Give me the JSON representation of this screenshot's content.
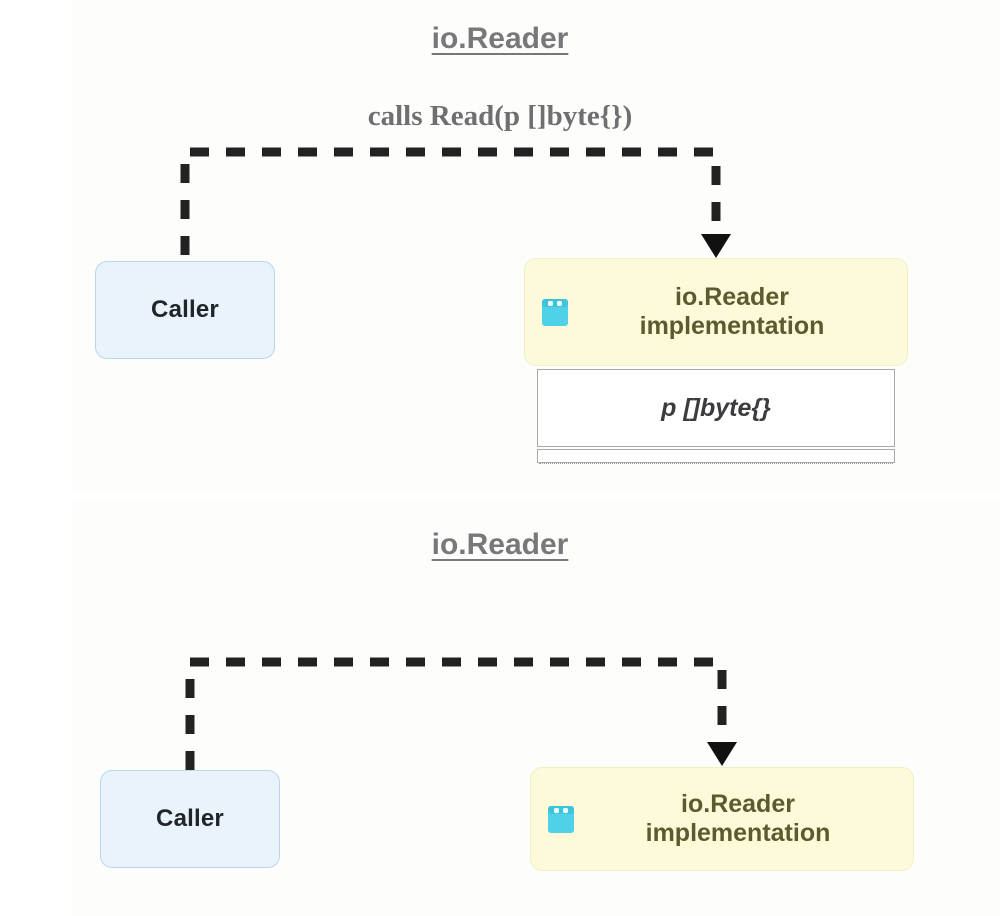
{
  "page": {
    "background_color": "#ffffff",
    "plate_color": "#fdfefb"
  },
  "sections": [
    {
      "id": "section-with-buffer",
      "title": "io.Reader",
      "edge_label": "calls Read(p []byte{})",
      "nodes": {
        "caller": {
          "label": "Caller",
          "fill": "#e9f3fb",
          "border": "#b9d6ea"
        },
        "implementation": {
          "label_line1": "io.Reader",
          "label_line2": "implementation",
          "icon": "database-icon",
          "icon_color": "#4fd2e8",
          "fill": "#fcfad9",
          "border": "#f2eec6"
        }
      },
      "param_panel": {
        "value": "p []byte{}",
        "fill": "#ffffff",
        "border": "#a9a9a9"
      },
      "connector": {
        "style": "dashed",
        "color": "#222222",
        "arrowhead": "filled-triangle",
        "from": "caller",
        "to": "implementation"
      }
    },
    {
      "id": "section-plain",
      "title": "io.Reader",
      "edge_label": "",
      "nodes": {
        "caller": {
          "label": "Caller",
          "fill": "#e9f3fb",
          "border": "#b9d6ea"
        },
        "implementation": {
          "label_line1": "io.Reader",
          "label_line2": "implementation",
          "icon": "database-icon",
          "icon_color": "#4fd2e8",
          "fill": "#fcfad9",
          "border": "#f2eec6"
        }
      },
      "connector": {
        "style": "dashed",
        "color": "#222222",
        "arrowhead": "filled-triangle",
        "from": "caller",
        "to": "implementation"
      }
    }
  ]
}
